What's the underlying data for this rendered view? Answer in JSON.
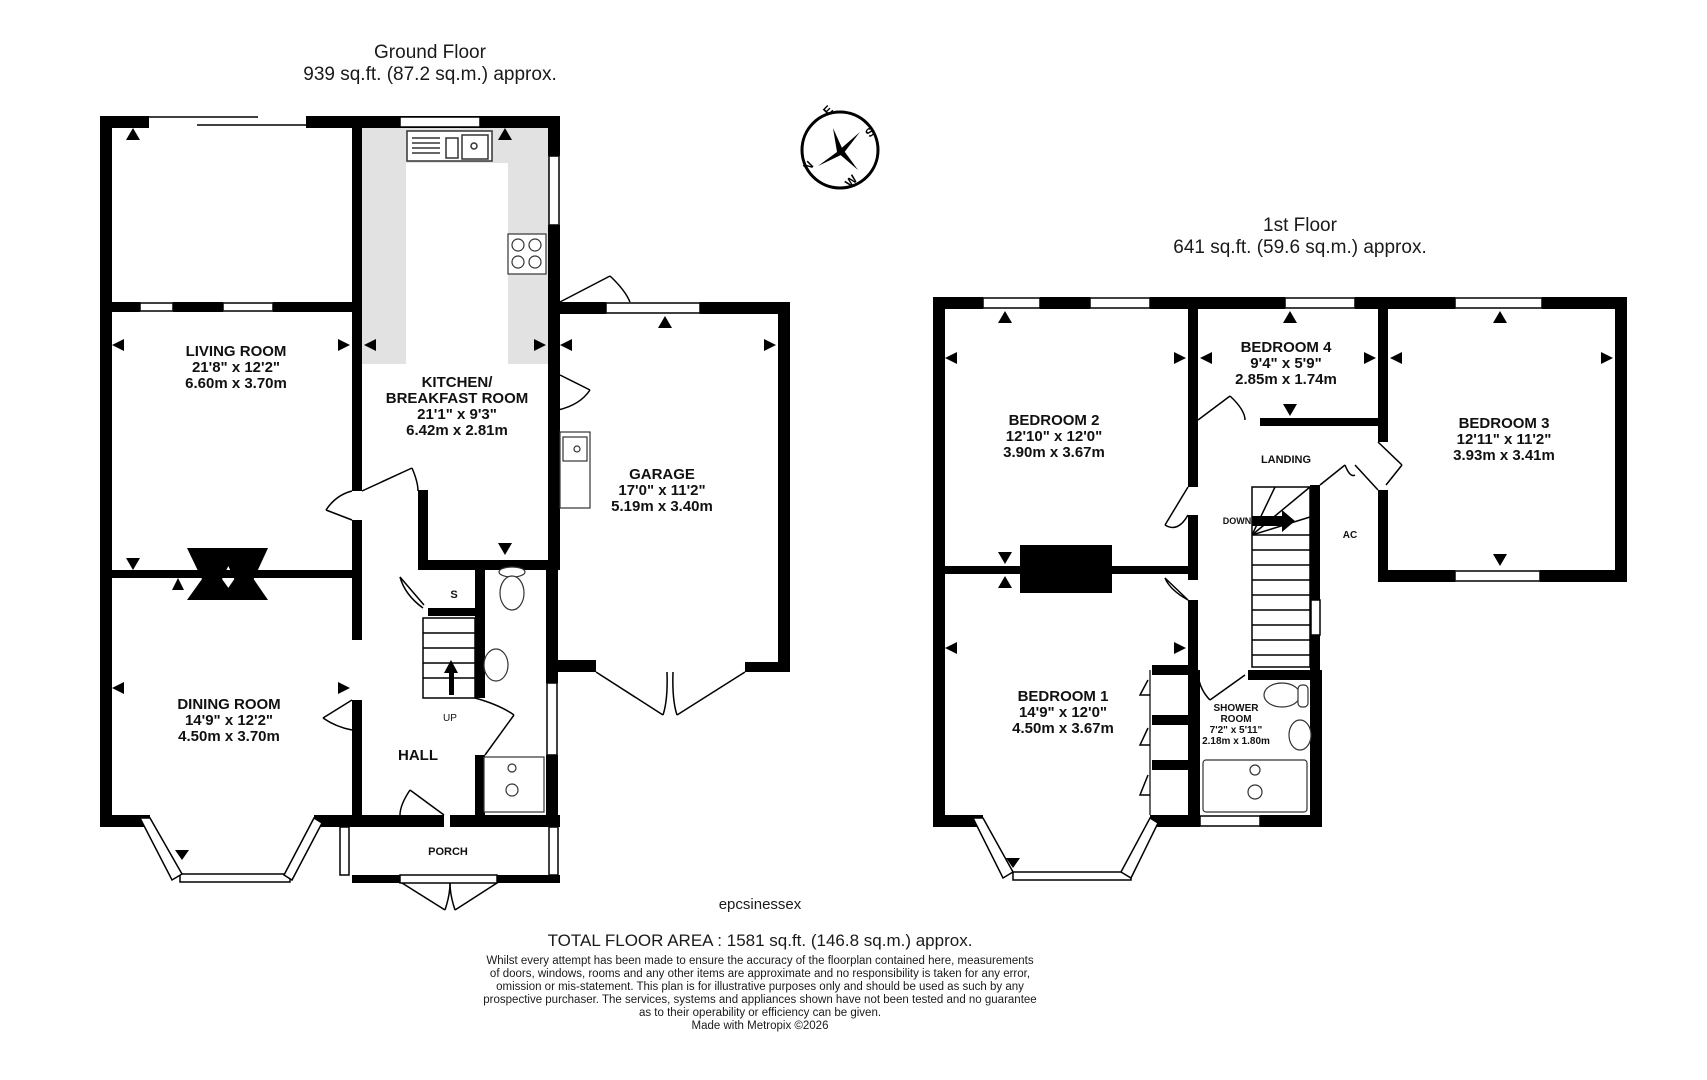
{
  "ground_floor": {
    "title": "Ground Floor",
    "area": "939 sq.ft. (87.2 sq.m.) approx.",
    "rooms": [
      {
        "name": "LIVING ROOM",
        "imperial": "21'8\"  x 12'2\"",
        "metric": "6.60m  x 3.70m"
      },
      {
        "name": "KITCHEN/",
        "name2": "BREAKFAST ROOM",
        "imperial": "21'1\"  x 9'3\"",
        "metric": "6.42m  x 2.81m"
      },
      {
        "name": "GARAGE",
        "imperial": "17'0\"  x 11'2\"",
        "metric": "5.19m  x 3.40m"
      },
      {
        "name": "DINING ROOM",
        "imperial": "14'9\"  x 12'2\"",
        "metric": "4.50m  x 3.70m"
      },
      {
        "name": "HALL"
      },
      {
        "name": "PORCH"
      },
      {
        "name": "S"
      },
      {
        "name": "UP"
      }
    ]
  },
  "first_floor": {
    "title": "1st Floor",
    "area": "641 sq.ft. (59.6 sq.m.) approx.",
    "rooms": [
      {
        "name": "BEDROOM 2",
        "imperial": "12'10\"  x 12'0\"",
        "metric": "3.90m  x 3.67m"
      },
      {
        "name": "BEDROOM 4",
        "imperial": "9'4\"  x 5'9\"",
        "metric": "2.85m  x 1.74m"
      },
      {
        "name": "BEDROOM 3",
        "imperial": "12'11\"  x 11'2\"",
        "metric": "3.93m  x 3.41m"
      },
      {
        "name": "BEDROOM 1",
        "imperial": "14'9\"  x 12'0\"",
        "metric": "4.50m  x 3.67m"
      },
      {
        "name": "SHOWER",
        "name2": "ROOM",
        "imperial": "7'2\"  x 5'11\"",
        "metric": "2.18m  x 1.80m"
      },
      {
        "name": "LANDING"
      },
      {
        "name": "DOWN"
      },
      {
        "name": "AC"
      }
    ]
  },
  "compass": {
    "icon": "compass-icon",
    "labels": [
      "N",
      "E",
      "S",
      "W"
    ]
  },
  "watermark": "epcsinessex",
  "total_area": "TOTAL FLOOR AREA : 1581 sq.ft. (146.8 sq.m.) approx.",
  "disclaimer": [
    "Whilst every attempt has been made to ensure the accuracy of the floorplan contained here, measurements",
    "of doors, windows, rooms and any other items are approximate and no responsibility is taken for any error,",
    "omission or mis-statement. This plan is for illustrative purposes only and should be used as such by any",
    "prospective purchaser. The services, systems and appliances shown have not been tested and no guarantee",
    "as to their operability or efficiency can be given.",
    "Made with Metropix ©2026"
  ],
  "colors": {
    "wall": "#000000",
    "kitchen_worktop": "#e2e2e2",
    "background": "#ffffff"
  }
}
